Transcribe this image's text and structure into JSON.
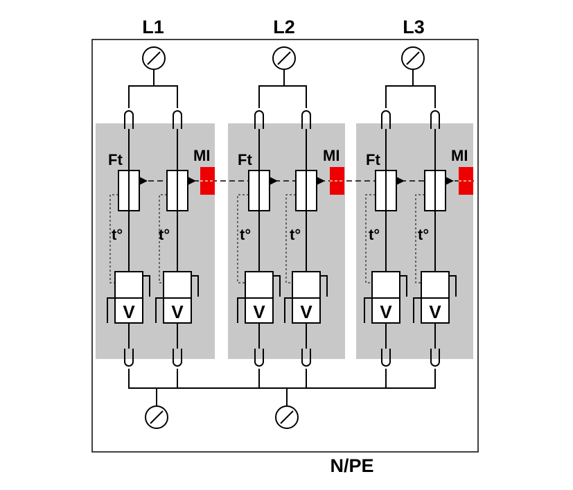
{
  "diagram": {
    "phases": [
      {
        "label": "L1",
        "fuse_label": "Ft",
        "indicator_label": "MI",
        "thermal_labels": [
          "t°",
          "t°"
        ],
        "varistor_labels": [
          "V",
          "V"
        ]
      },
      {
        "label": "L2",
        "fuse_label": "Ft",
        "indicator_label": "MI",
        "thermal_labels": [
          "t°",
          "t°"
        ],
        "varistor_labels": [
          "V",
          "V"
        ]
      },
      {
        "label": "L3",
        "fuse_label": "Ft",
        "indicator_label": "MI",
        "thermal_labels": [
          "t°",
          "t°"
        ],
        "varistor_labels": [
          "V",
          "V"
        ]
      }
    ],
    "bottom_label": "N/PE",
    "colors": {
      "module_fill": "#c8c8c8",
      "indicator": "#ee0000",
      "line": "#000000",
      "enclosure": "#000000"
    },
    "icons": [
      "terminal-icon",
      "fuse-icon",
      "varistor-icon",
      "plug-contact-icon"
    ]
  }
}
